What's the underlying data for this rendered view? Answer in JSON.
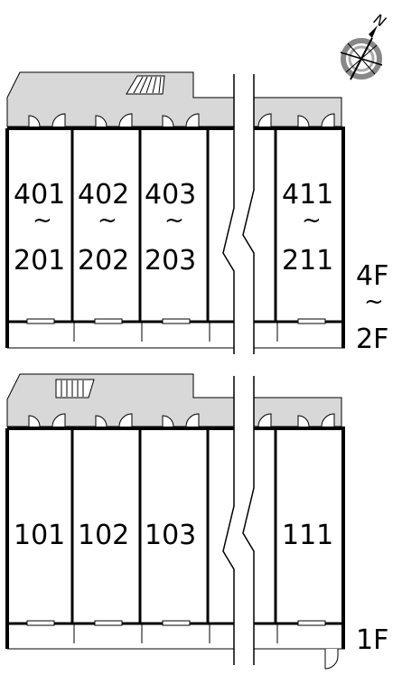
{
  "compass": {
    "label": "N",
    "icon": "compass-rose-icon"
  },
  "upper_block": {
    "floor_range": {
      "top": "4F",
      "sep": "~",
      "bottom": "2F"
    },
    "units": [
      {
        "top": "401",
        "sep": "~",
        "bottom": "201"
      },
      {
        "top": "402",
        "sep": "~",
        "bottom": "202"
      },
      {
        "top": "403",
        "sep": "~",
        "bottom": "203"
      },
      {
        "top": "411",
        "sep": "~",
        "bottom": "211"
      }
    ]
  },
  "lower_block": {
    "floor": "1F",
    "units": [
      {
        "label": "101"
      },
      {
        "label": "102"
      },
      {
        "label": "103"
      },
      {
        "label": "111"
      }
    ]
  },
  "colors": {
    "corridor": "#d8d8d8",
    "wall": "#000000",
    "background": "#ffffff"
  }
}
